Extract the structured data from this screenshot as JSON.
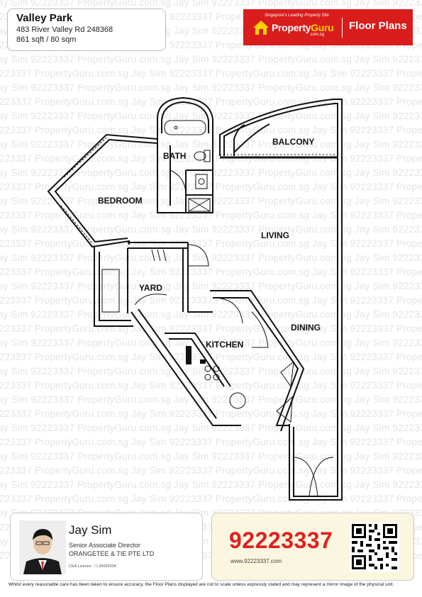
{
  "property": {
    "name": "Valley Park",
    "address": "483 River Valley Rd 248368",
    "size": "861 sqft / 80 sqm"
  },
  "brand": {
    "tagline": "Singapore's Leading Property Site",
    "name_part1": "Property",
    "name_part2": "Guru",
    "domain": ".com.sg",
    "section_title": "Floor Plans",
    "primary_color": "#d91c1c",
    "accent_color": "#ffd200"
  },
  "watermark": {
    "text": "Jay Sim 92223337 PropertyGuru.com.sg",
    "color": "#e4e4e4"
  },
  "floor_plan": {
    "rooms": [
      {
        "name": "BALCONY"
      },
      {
        "name": "BATH"
      },
      {
        "name": "BEDROOM"
      },
      {
        "name": "LIVING"
      },
      {
        "name": "YARD"
      },
      {
        "name": "DINING"
      },
      {
        "name": "KITCHEN"
      }
    ]
  },
  "agent": {
    "name": "Jay Sim",
    "title": "Senior Associate Director",
    "company": "ORANGETEE & TIE PTE LTD",
    "cea_label": "CEA Licence",
    "cea_number": "L3009250K"
  },
  "contact": {
    "phone": "92223337",
    "url": "www.92223337.com",
    "phone_color": "#e02020"
  },
  "disclaimer": "Whilst every reasonable care has been taken to ensure accuracy, the Floor Plans displayed are not to scale unless expressly stated and may represent a mirror image of the physical unit."
}
